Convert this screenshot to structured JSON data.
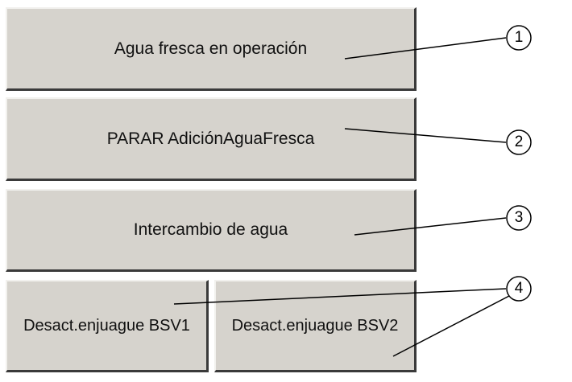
{
  "buttons": {
    "fresh_water_operation": "Agua fresca en operación",
    "stop_fresh_water_addition": "PARAR AdiciónAguaFresca",
    "water_exchange": "Intercambio de agua",
    "deactivate_rinse_bsv1": "Desact.enjuague BSV1",
    "deactivate_rinse_bsv2": "Desact.enjuague BSV2"
  },
  "callouts": [
    "1",
    "2",
    "3",
    "4"
  ]
}
